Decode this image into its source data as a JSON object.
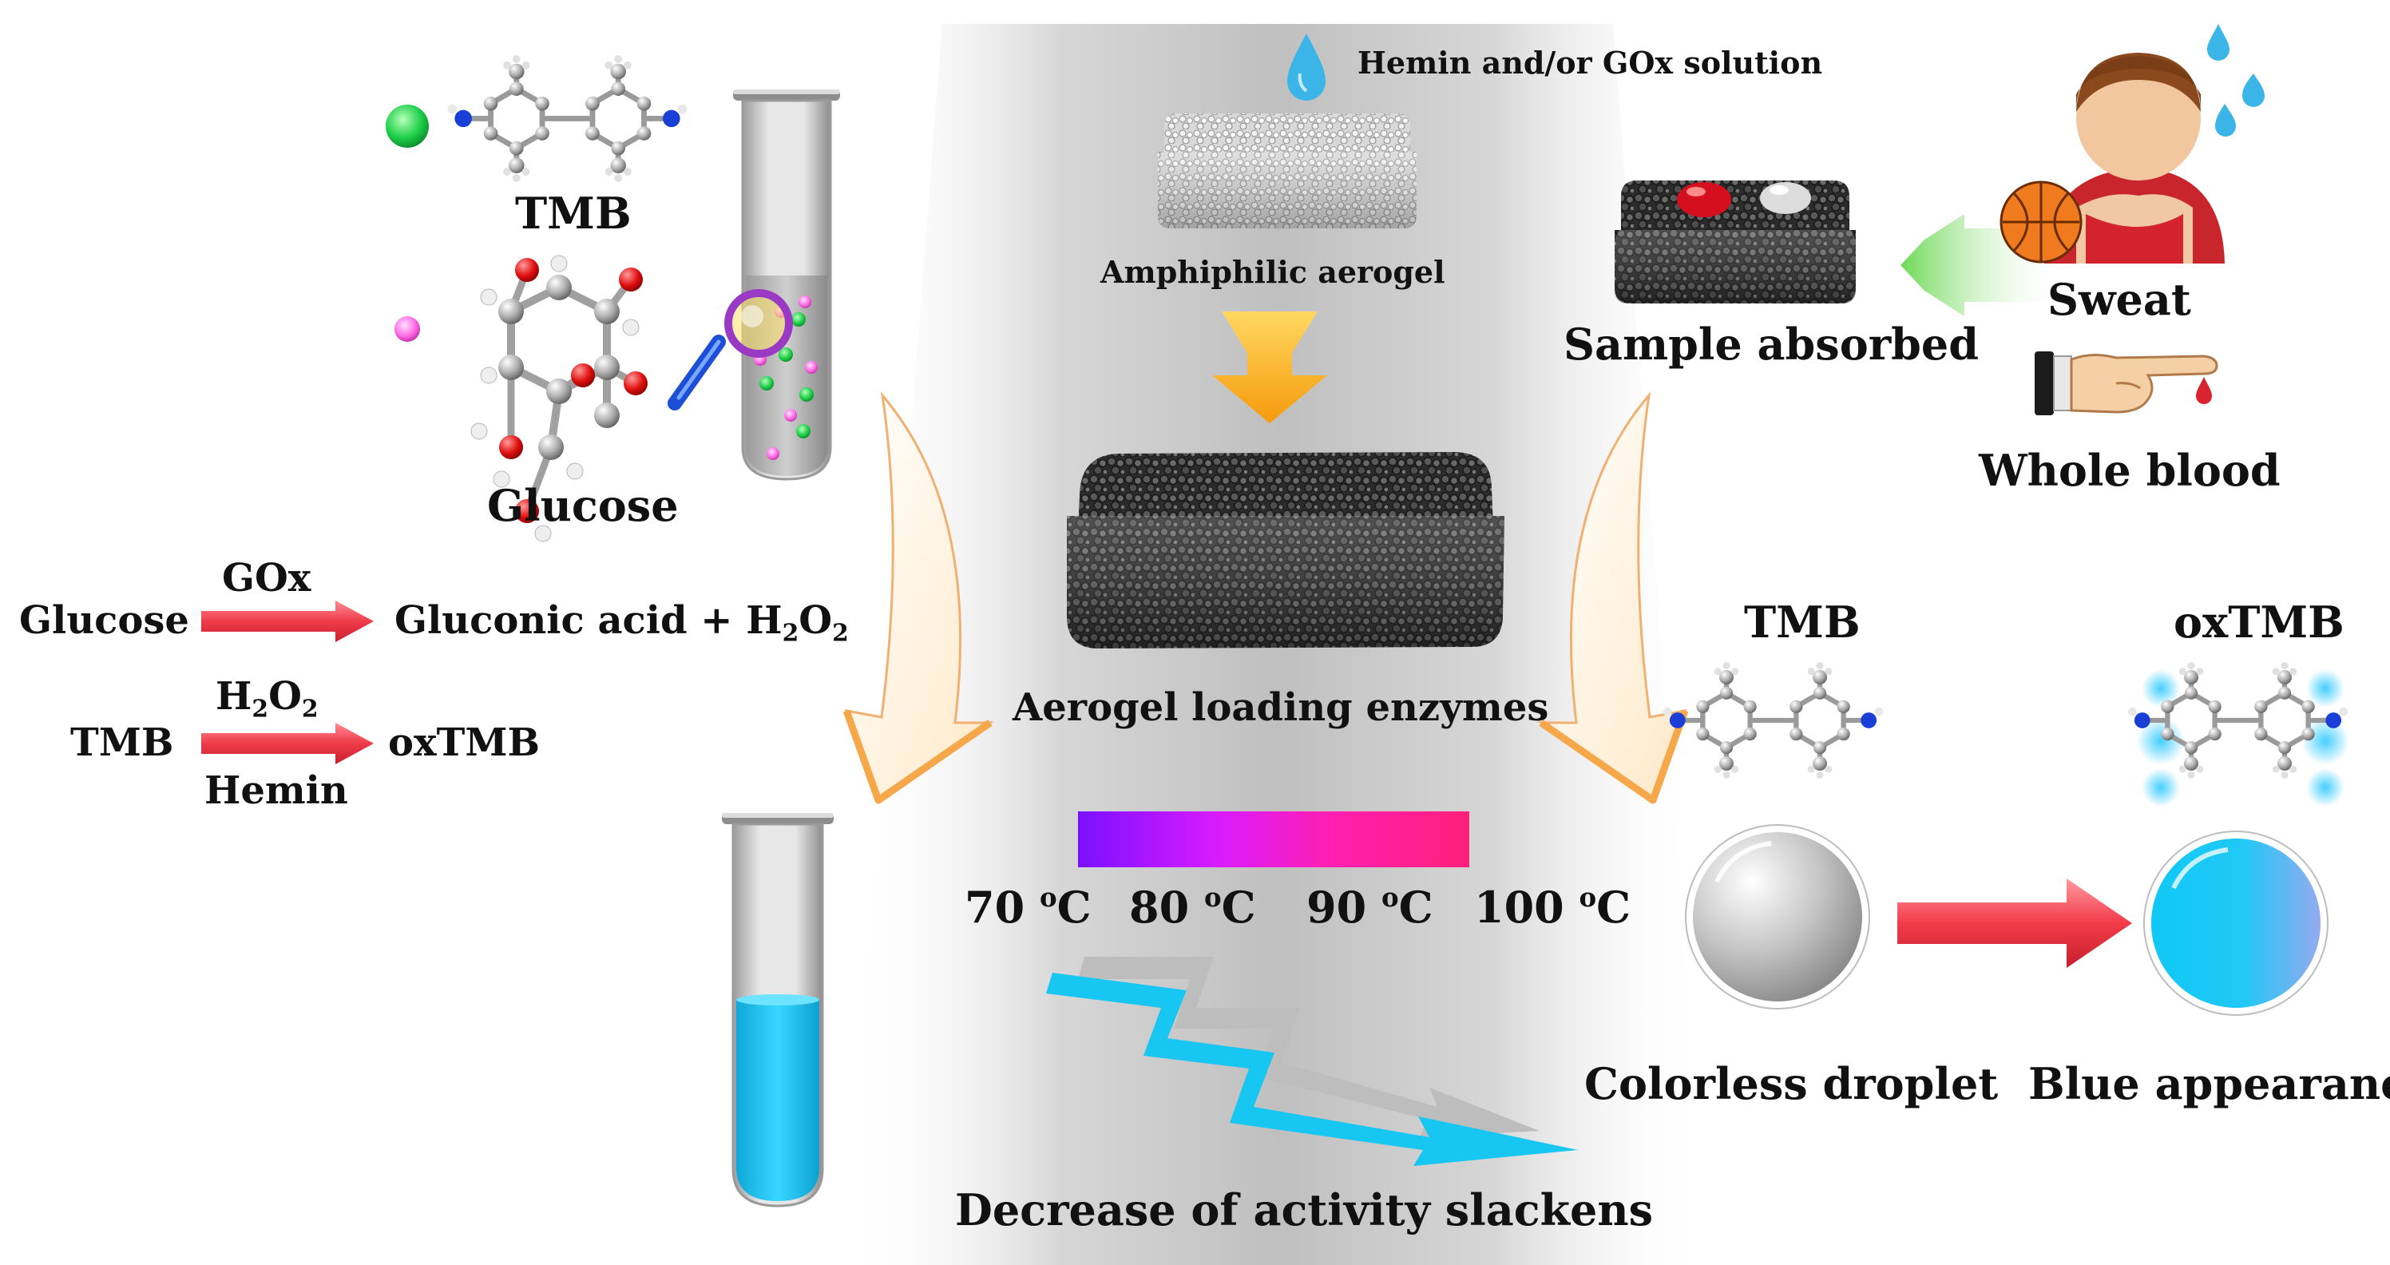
{
  "top_left": {
    "tmb_label": "TMB",
    "glucose_label": "Glucose"
  },
  "center_top": {
    "solution_label": "Hemin and/or GOx solution",
    "aerogel_label": "Amphiphilic aerogel",
    "loaded_label": "Aerogel loading enzymes"
  },
  "top_right": {
    "sample_label": "Sample absorbed",
    "sweat_label": "Sweat",
    "blood_label": "Whole blood"
  },
  "reactions": {
    "r1": {
      "reactant": "Glucose",
      "catalyst": "GOx",
      "product_a": "Gluconic acid + H",
      "product_sub1": "2",
      "product_b": "O",
      "product_sub2": "2"
    },
    "r2": {
      "reactant": "TMB",
      "oxidant_a": "H",
      "oxidant_sub1": "2",
      "oxidant_b": "O",
      "oxidant_sub2": "2",
      "catalyst": "Hemin",
      "product": "oxTMB"
    }
  },
  "temperature": {
    "gradient_colors": [
      "#7a10ff",
      "#d81bff",
      "#ff1fb0",
      "#ff1f7a"
    ],
    "ticks": [
      {
        "value": "70 ",
        "sup": "o",
        "unit": "C"
      },
      {
        "value": "80 ",
        "sup": "o",
        "unit": "C"
      },
      {
        "value": "90 ",
        "sup": "o",
        "unit": "C"
      },
      {
        "value": "100 ",
        "sup": "o",
        "unit": "C"
      }
    ],
    "trend_label": "Decrease of activity slackens"
  },
  "right_panel": {
    "tmb_label": "TMB",
    "oxtmb_label": "oxTMB",
    "colorless_label": "Colorless droplet",
    "blue_label": "Blue appearance"
  },
  "colors": {
    "reaction_arrow": "#ef3b4a",
    "blue_solution": "#18c6f2",
    "aerogel": "#3a3a3a",
    "curved_arrow_fill": "#fff5e6",
    "curved_arrow_edge": "#f5a74a",
    "green_arrow": "#86dc6c",
    "down_arrow": "#fbb51c"
  },
  "icons": [
    "water-drop-icon",
    "athlete-icon",
    "sweat-drops-icon",
    "basketball-icon",
    "finger-prick-icon",
    "molecule-icon",
    "magnifier-icon",
    "test-tube-icon",
    "lightning-arrow-icon"
  ]
}
